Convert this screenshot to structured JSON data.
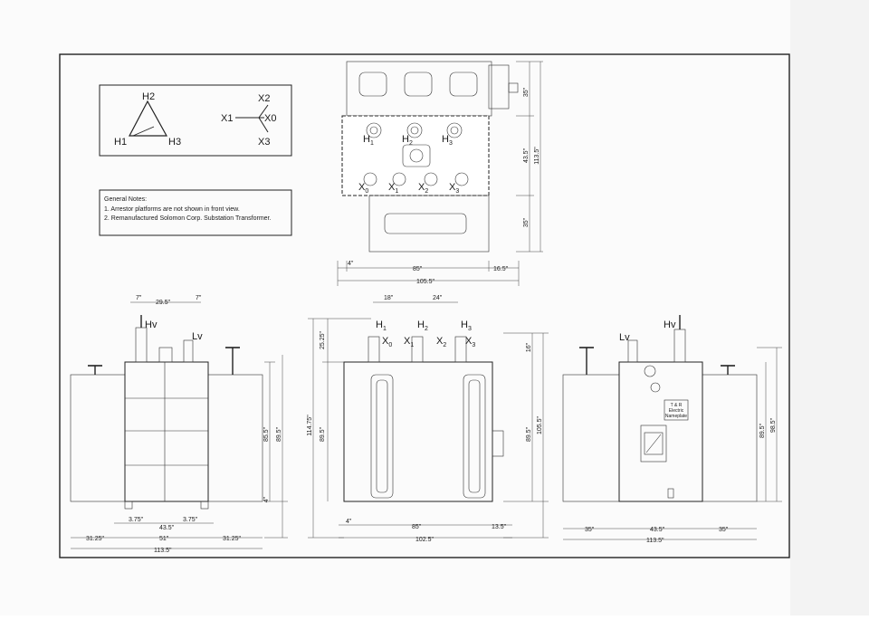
{
  "vector_group": {
    "delta": {
      "h1": "H1",
      "h2": "H2",
      "h3": "H3"
    },
    "wye": {
      "x0": "X0",
      "x1": "X1",
      "x2": "X2",
      "x3": "X3"
    }
  },
  "notes": {
    "title": "General Notes:",
    "items": [
      "1.  Arrestor platforms are not shown in front view.",
      "2.  Remanufactured Solomon Corp. Substation Transformer."
    ]
  },
  "top_view": {
    "bushings_hv": [
      "H",
      "H",
      "H"
    ],
    "bushings_hv_sub": [
      "1",
      "2",
      "3"
    ],
    "bushings_lv": [
      "X",
      "X",
      "X",
      "X"
    ],
    "bushings_lv_sub": [
      "0",
      "1",
      "2",
      "3"
    ],
    "dims": {
      "side_top": "35\"",
      "side_mid": "43.5\"",
      "side_bot": "35\"",
      "overall": "113.5\"",
      "left": "4\"",
      "middle": "85\"",
      "right": "16.5\"",
      "total": "105.5\""
    }
  },
  "left_view": {
    "labels": {
      "hv": "Hv",
      "lv": "Lv"
    },
    "dims": {
      "top_a": "7\"",
      "top_b": "29.5\"",
      "top_c": "7\"",
      "h_inner": "85.5\"",
      "h_outer": "89.5\"",
      "h_base": "4\"",
      "base_a": "3.75\"",
      "base_b": "43.5\"",
      "base_c": "3.75\"",
      "row2_a": "31.25\"",
      "row2_b": "51\"",
      "row2_c": "31.25\"",
      "overall": "113.5\""
    }
  },
  "front_view": {
    "bushings": [
      "H",
      "H",
      "H"
    ],
    "bushings_sub": [
      "1",
      "2",
      "3"
    ],
    "lv_bushings": [
      "X",
      "X",
      "X",
      "X"
    ],
    "lv_bushings_sub": [
      "0",
      "1",
      "2",
      "3"
    ],
    "dims": {
      "top_a": "18\"",
      "top_b": "24\"",
      "left_a": "25.25\"",
      "left_b": "114.75\"",
      "left_c": "89.5\"",
      "right_a": "16\"",
      "right_b": "89.5\"",
      "right_c": "105.5\"",
      "base_a": "4\"",
      "base_b": "85\"",
      "base_c": "13.5\"",
      "overall": "102.5\""
    }
  },
  "right_view": {
    "labels": {
      "hv": "Hv",
      "lv": "Lv"
    },
    "nameplate": [
      "T & R",
      "Electric",
      "Nameplate"
    ],
    "dims": {
      "h_a": "89.5\"",
      "h_b": "98.5\"",
      "base_a": "35\"",
      "base_b": "43.5\"",
      "base_c": "35\"",
      "overall": "113.5\""
    }
  }
}
